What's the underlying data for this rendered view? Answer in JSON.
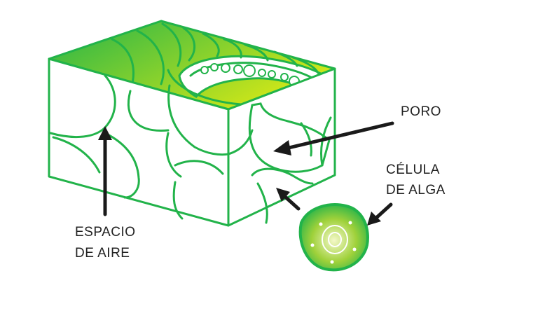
{
  "labels": {
    "poro": "PORO",
    "celula_line1": "CÉLULA",
    "celula_line2": "DE ALGA",
    "espacio_line1": "ESPACIO",
    "espacio_line2": "DE AIRE"
  },
  "colors": {
    "outline": "#22b34a",
    "top_gradient_start": "#22b34a",
    "top_gradient_end": "#d4e817",
    "arrows": "#1a1a1a",
    "background": "#ffffff"
  }
}
